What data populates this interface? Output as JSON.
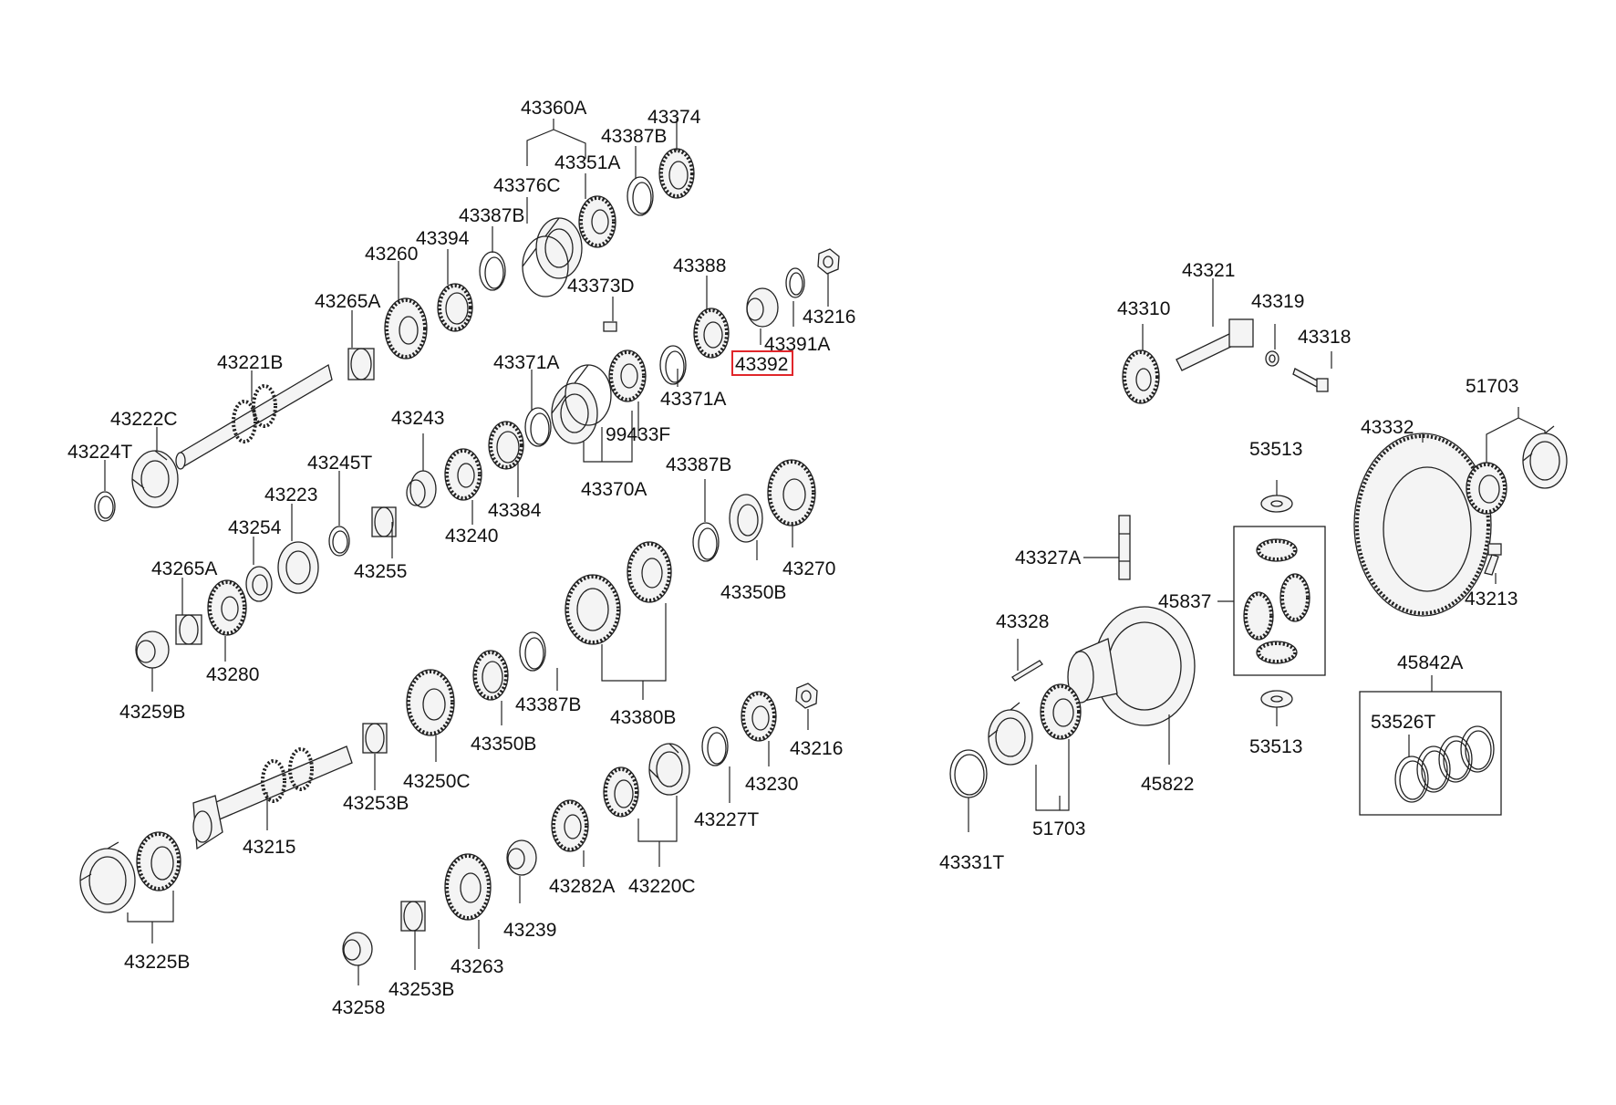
{
  "diagram": {
    "highlight_color": "#e0262b",
    "labels": {
      "l43360A": "43360A",
      "l43374": "43374",
      "l43387B_1": "43387B",
      "l43351A": "43351A",
      "l43376C": "43376C",
      "l43387B_2": "43387B",
      "l43394": "43394",
      "l43260": "43260",
      "l43373D": "43373D",
      "l43388": "43388",
      "l43216_1": "43216",
      "l43391A": "43391A",
      "l43392": "43392",
      "l43265A_1": "43265A",
      "l43221B": "43221B",
      "l43371A_1": "43371A",
      "l43371A_2": "43371A",
      "l99433F": "99433F",
      "l43222C": "43222C",
      "l43224T": "43224T",
      "l43243": "43243",
      "l43245T": "43245T",
      "l43223": "43223",
      "l43240": "43240",
      "l43384": "43384",
      "l43370A": "43370A",
      "l43387B_3": "43387B",
      "l43254": "43254",
      "l43255": "43255",
      "l43265A_2": "43265A",
      "l43350B_1": "43350B",
      "l43270": "43270",
      "l43280": "43280",
      "l43259B": "43259B",
      "l43387B_4": "43387B",
      "l43380B": "43380B",
      "l43350B_2": "43350B",
      "l43250C": "43250C",
      "l43253B_1": "43253B",
      "l43216_2": "43216",
      "l43230": "43230",
      "l43227T": "43227T",
      "l43215": "43215",
      "l43282A": "43282A",
      "l43220C": "43220C",
      "l43239": "43239",
      "l43225B": "43225B",
      "l43263": "43263",
      "l43253B_2": "43253B",
      "l43258": "43258",
      "l43321": "43321",
      "l43310": "43310",
      "l43319": "43319",
      "l43318": "43318",
      "l51703_1": "51703",
      "l43332": "43332",
      "l53513_1": "53513",
      "l43327A": "43327A",
      "l45837": "45837",
      "l43213": "43213",
      "l43328": "43328",
      "l45842A": "45842A",
      "l53526T": "53526T",
      "l53513_2": "53513",
      "l45822": "45822",
      "l51703_2": "51703",
      "l43331T": "43331T"
    }
  }
}
